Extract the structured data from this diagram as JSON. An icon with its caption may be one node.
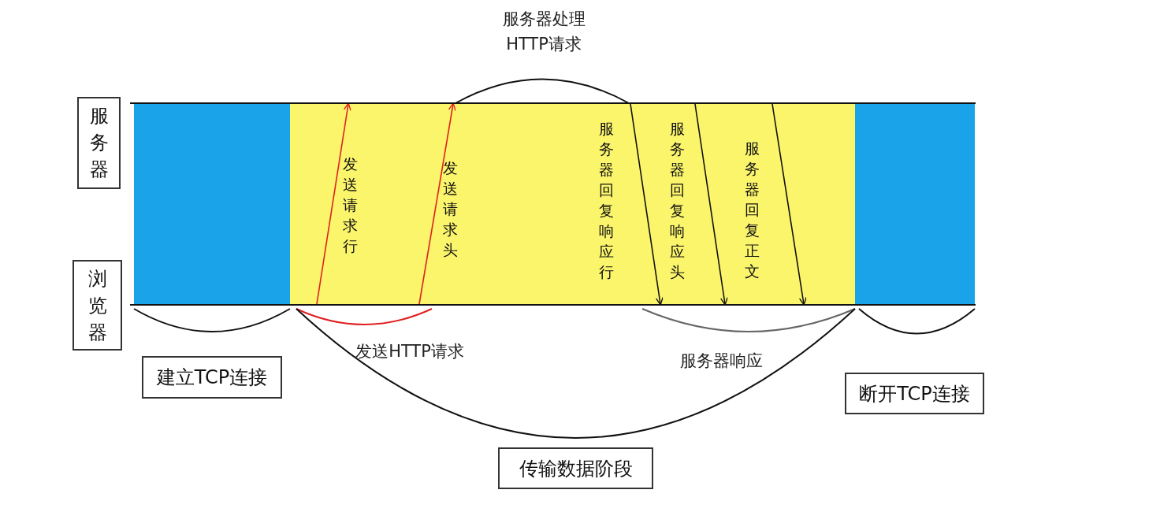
{
  "diagram": {
    "nodes": [
      {
        "text": [
          "服务器"
        ]
      },
      {
        "text": [
          "浏览器"
        ]
      },
      {
        "text": [],
        "shape": "bar"
      },
      {
        "text": [],
        "shape": "bar"
      },
      {
        "text": [
          "建立TCP连接"
        ]
      },
      {
        "text": [
          "传输数据阶段"
        ]
      },
      {
        "text": [
          "断开TCP连接"
        ]
      }
    ],
    "edges": [
      {
        "from": 3,
        "to": 2,
        "arrow": "to",
        "label": "发送请求行",
        "color": "#e02020"
      },
      {
        "from": 3,
        "to": 2,
        "arrow": "to",
        "label": "发送请求头",
        "color": "#e02020"
      },
      {
        "from": 2,
        "to": 3,
        "arrow": "to",
        "label": "服务器回复响应行"
      },
      {
        "from": 2,
        "to": 3,
        "arrow": "to",
        "label": "服务器回复响应头"
      },
      {
        "from": 2,
        "to": 3,
        "arrow": "to",
        "label": "服务器回复正文"
      }
    ],
    "labels": [
      "服务器处理 HTTP请求",
      "发送HTTP请求",
      "服务器响应"
    ]
  }
}
